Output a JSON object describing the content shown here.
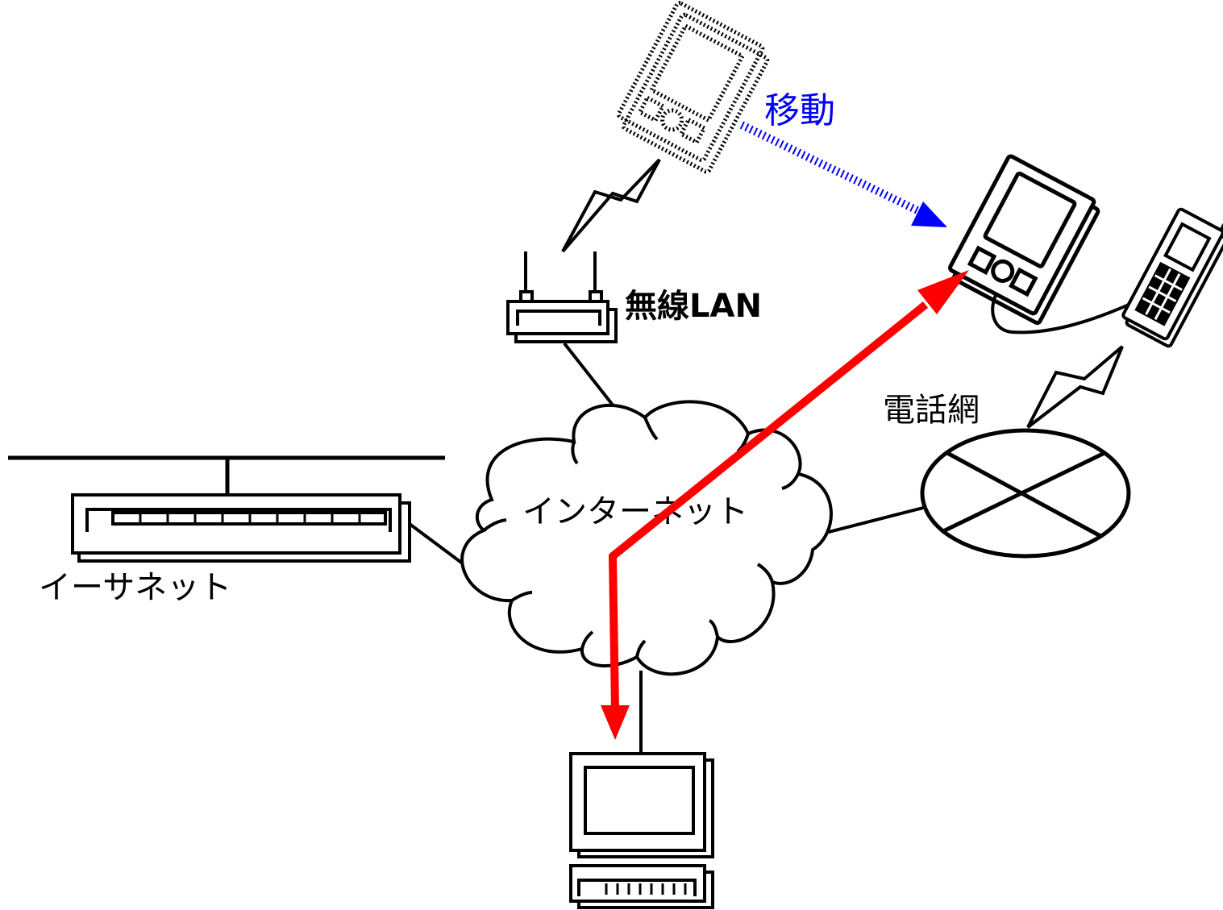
{
  "labels": {
    "wireless_lan": "無線LAN",
    "internet": "インターネット",
    "ethernet": "イーサネット",
    "phone_network": "電話網",
    "move": "移動"
  },
  "colors": {
    "line": "#000000",
    "route": "#ff0000",
    "move_arrow": "#0000ff",
    "background": "#ffffff"
  },
  "icons": [
    "pda-before-move-icon",
    "pda-icon",
    "mobile-phone-icon",
    "access-point-icon",
    "hub-icon",
    "computer-icon",
    "cloud-icon",
    "lightning-icon"
  ]
}
